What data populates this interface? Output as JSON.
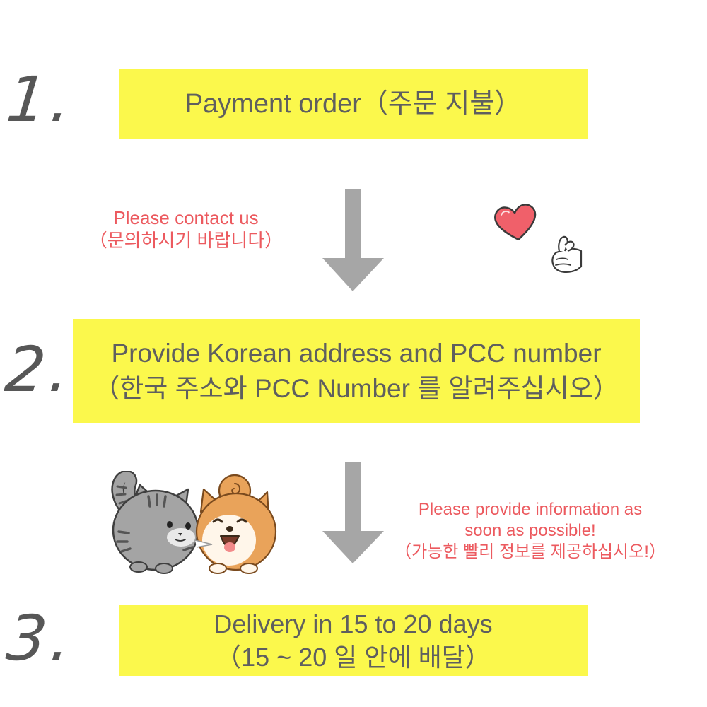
{
  "steps": [
    {
      "number": "1.",
      "lines": [
        "Payment order（주문 지불）"
      ]
    },
    {
      "number": "2.",
      "lines": [
        "Provide Korean address and PCC number",
        "（한국 주소와 PCC Number 를 알려주십시오）"
      ]
    },
    {
      "number": "3.",
      "lines": [
        "Delivery in 15 to 20 days",
        "（15 ~ 20 일 안에 배달）"
      ]
    }
  ],
  "notes": [
    {
      "lines": [
        "Please contact us",
        "（문의하시기 바랍니다）"
      ]
    },
    {
      "lines": [
        "Please provide information as",
        "soon as possible!",
        "（가능한 빨리 정보를 제공하십시오!）"
      ]
    }
  ],
  "icons": {
    "arrows": "down-arrow-icon",
    "heart": "heart-icon",
    "hand": "finger-heart-icon",
    "cat": "cat-illustration",
    "dog": "shiba-dog-illustration"
  },
  "colors": {
    "box_fill": "#fbf84c",
    "box_text": "#5f5f5f",
    "note_text": "#ec5a5f",
    "arrow": "#a6a6a6",
    "step_number": "#575757"
  }
}
